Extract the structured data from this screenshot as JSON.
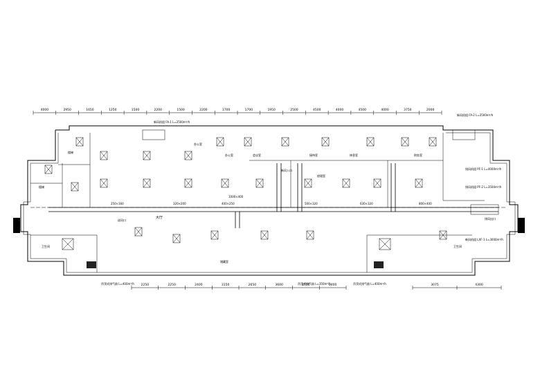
{
  "dimensions_top": [
    "4000",
    "2950",
    "1650",
    "1250",
    "1500",
    "2200",
    "1500",
    "2200",
    "1700",
    "1700",
    "1950",
    "2500",
    "4500",
    "4000",
    "4500",
    "4000",
    "3750",
    "2000"
  ],
  "dimensions_bottom": [
    "2250",
    "2250",
    "2400",
    "3150",
    "2650",
    "3600",
    "2700",
    "1400"
  ],
  "dimensions_bottom_right": [
    "3075",
    "4300"
  ],
  "rooms": {
    "hall": "大厅",
    "office_left": "办公室",
    "office_center": "办公室",
    "meeting": "会议室",
    "reception": "接待室",
    "lounge": "休息室",
    "manager": "经理室",
    "finance": "财务室",
    "storage": "储藏室",
    "washroom_left": "卫生间",
    "washroom_right": "卫生间",
    "stair_left": "楼梯",
    "stair_right": "楼梯"
  },
  "equipment_notes": {
    "top_center_unit": "新风机组 FA-1 L=2500m³/h",
    "top_right_unit": "新风机组 FA-2 L=2500m³/h",
    "right_unit_a": "排风机组 PF-1 L=4000m³/h",
    "right_unit_b": "排风机组 PF-2 L=3500m³/h",
    "right_unit_c": "新风机组 LXF-1 L=3000m³/h",
    "bottom_left_fan": "吊顶式排气扇 L=400m³/h",
    "bottom_center_fan": "吊顶式排气扇 L=350m³/h",
    "bottom_right_fan": "吊顶式排气扇 L=400m³/h"
  },
  "duct_labels": [
    "250×160",
    "320×200",
    "400×250",
    "500×320",
    "630×320",
    "800×400",
    "1000×400"
  ],
  "inlet_labels": [
    "新风入口",
    "排风出口",
    "送风口"
  ]
}
